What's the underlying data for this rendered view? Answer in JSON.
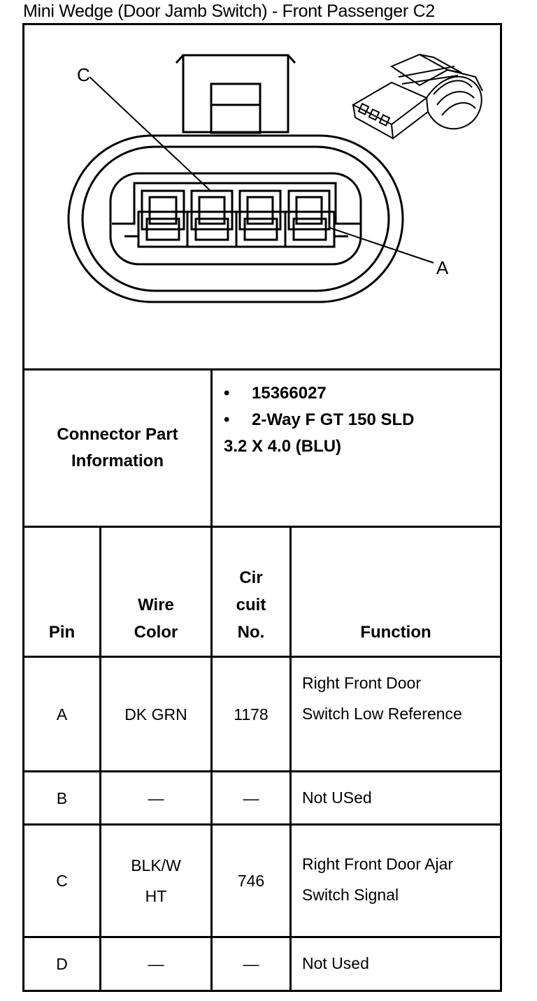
{
  "title": "Mini Wedge (Door Jamb Switch) - Front Passenger",
  "connector_id": "C2",
  "diagram": {
    "label_c": "C",
    "label_a": "A"
  },
  "part_info": {
    "label": "Connector Part Information",
    "items": [
      "15366027",
      "2-Way F GT 150 SLD"
    ],
    "extra": "3.2 X 4.0 (BLU)",
    "bullet": "•"
  },
  "table": {
    "headers": {
      "pin": "Pin",
      "wire_color": "Wire Color",
      "circuit": "Cir cuit No.",
      "function": "Function"
    },
    "rows": [
      {
        "pin": "A",
        "wire": "DK GRN",
        "circuit": "1178",
        "function": "Right Front Door Switch Low Reference"
      },
      {
        "pin": "B",
        "wire": "—",
        "circuit": "—",
        "function": "Not USed"
      },
      {
        "pin": "C",
        "wire": "BLK/W HT",
        "circuit": "746",
        "function": "Right Front Door Ajar Switch Signal"
      },
      {
        "pin": "D",
        "wire": "—",
        "circuit": "—",
        "function": "Not Used"
      }
    ]
  }
}
